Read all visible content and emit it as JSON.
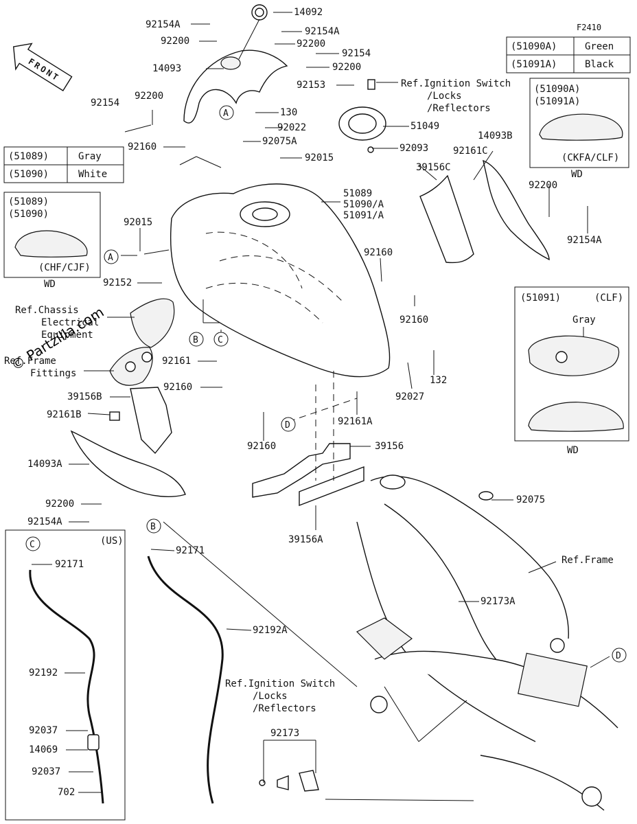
{
  "figure_code": "F2410",
  "front_label": "FRONT",
  "watermark": "© Partzilla.com",
  "callout_letters": [
    "A",
    "A",
    "B",
    "B",
    "C",
    "C",
    "D",
    "D"
  ],
  "parts": [
    "14092",
    "92154A",
    "92200",
    "92154A",
    "92200",
    "92154",
    "14093",
    "92200",
    "92154",
    "92153",
    "92200",
    "130",
    "92022",
    "92160",
    "92075A",
    "92015",
    "51049",
    "92093",
    "14093B",
    "92161C",
    "39156C",
    "92200",
    "92154A",
    "92015",
    "92152",
    "92160",
    "92160",
    "92161",
    "92160",
    "132",
    "92027",
    "92161A",
    "39156B",
    "92161B",
    "14093A",
    "92200",
    "92154A",
    "92160",
    "39156",
    "39156A",
    "92075",
    "92173A",
    "92171",
    "92171",
    "92192A",
    "92192",
    "92037",
    "14069",
    "92037",
    "702",
    "92173"
  ],
  "tank_part_lines": [
    "51089",
    "51090/A",
    "51091/A"
  ],
  "color_table_right": [
    {
      "code": "(51090A)",
      "color": "Green"
    },
    {
      "code": "(51091A)",
      "color": "Black"
    }
  ],
  "color_table_left": [
    {
      "code": "(51089)",
      "color": "Gray"
    },
    {
      "code": "(51090)",
      "color": "White"
    }
  ],
  "inset_left": {
    "codes": [
      "(51089)",
      "(51090)"
    ],
    "variant": "(CHF/CJF)",
    "region": "WD"
  },
  "inset_right_top": {
    "codes": [
      "(51090A)",
      "(51091A)"
    ],
    "variant": "(CKFA/CLF)",
    "region": "WD"
  },
  "inset_right_mid": {
    "code": "(51091)",
    "variant": "(CLF)",
    "color": "Gray",
    "region": "WD"
  },
  "us_box_label": "(US)",
  "refs": {
    "ignition_top": [
      "Ref.Ignition Switch",
      "/Locks",
      "/Reflectors"
    ],
    "chassis": [
      "Ref.Chassis",
      "Electrical",
      "Equipment"
    ],
    "frame_fittings": [
      "Ref.Frame",
      "Fittings"
    ],
    "frame": "Ref.Frame",
    "ignition_bottom": [
      "Ref.Ignition Switch",
      "/Locks",
      "/Reflectors"
    ]
  }
}
